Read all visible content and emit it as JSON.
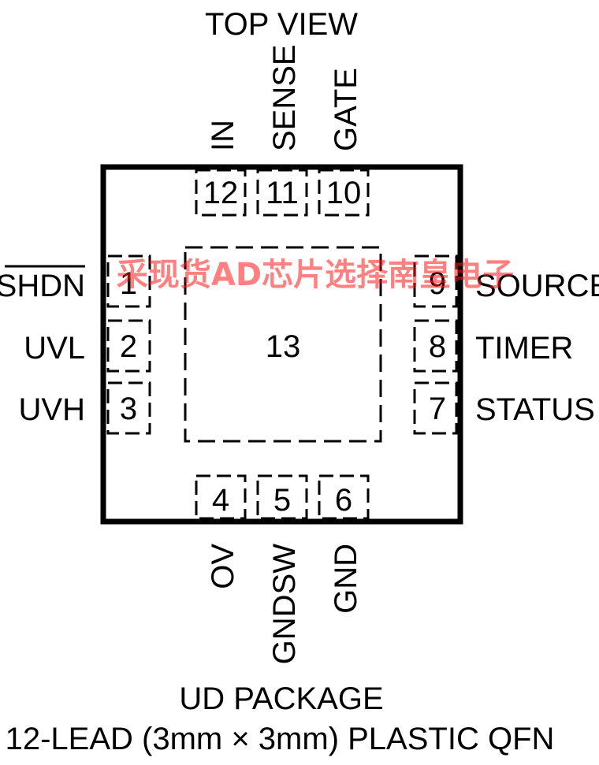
{
  "title": "TOP VIEW",
  "watermark": "采现货AD芯片选择南皇电子",
  "package": {
    "line1": "UD PACKAGE",
    "line2": "12-LEAD (3mm × 3mm) PLASTIC QFN"
  },
  "exposed_pad": "13",
  "pins": [
    {
      "num": "1",
      "name": "SHDN",
      "overbar": true
    },
    {
      "num": "2",
      "name": "UVL"
    },
    {
      "num": "3",
      "name": "UVH"
    },
    {
      "num": "4",
      "name": "OV"
    },
    {
      "num": "5",
      "name": "GNDSW"
    },
    {
      "num": "6",
      "name": "GND"
    },
    {
      "num": "7",
      "name": "STATUS"
    },
    {
      "num": "8",
      "name": "TIMER"
    },
    {
      "num": "9",
      "name": "SOURCE"
    },
    {
      "num": "10",
      "name": "GATE"
    },
    {
      "num": "11",
      "name": "SENSE"
    },
    {
      "num": "12",
      "name": "IN"
    }
  ],
  "colors": {
    "outline": "#000000",
    "watermark": "#ff1a1a"
  }
}
